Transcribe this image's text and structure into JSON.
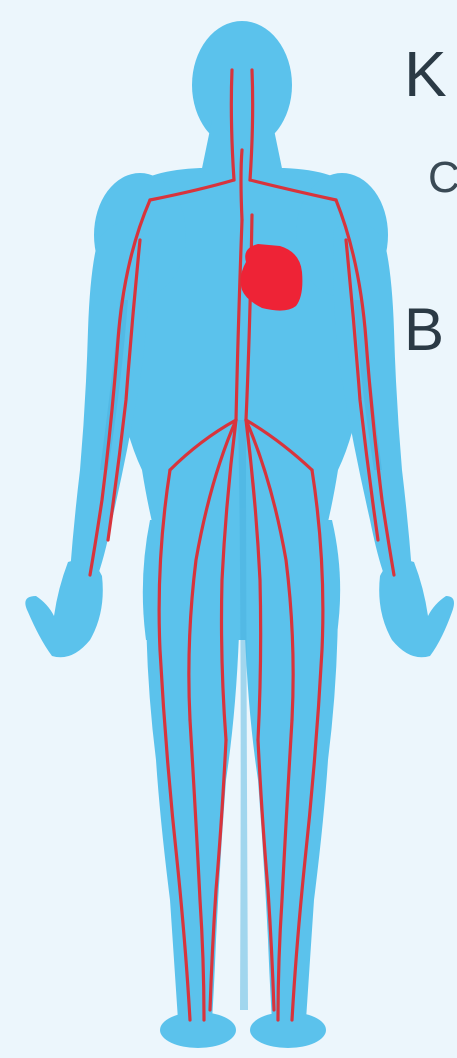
{
  "text_fragments": [
    {
      "id": "frag-1",
      "text": "K"
    },
    {
      "id": "frag-2",
      "text": "C"
    },
    {
      "id": "frag-3",
      "text": "B"
    }
  ],
  "colors": {
    "background": "#ecf6fc",
    "body": "#5bc2ec",
    "body_shadow": "#46b0de",
    "vessels": "#d8343c",
    "heart": "#ee2336",
    "text": "#2b3a45"
  },
  "icons": [
    "human-body-icon",
    "heart-icon",
    "blood-vessels-icon"
  ]
}
